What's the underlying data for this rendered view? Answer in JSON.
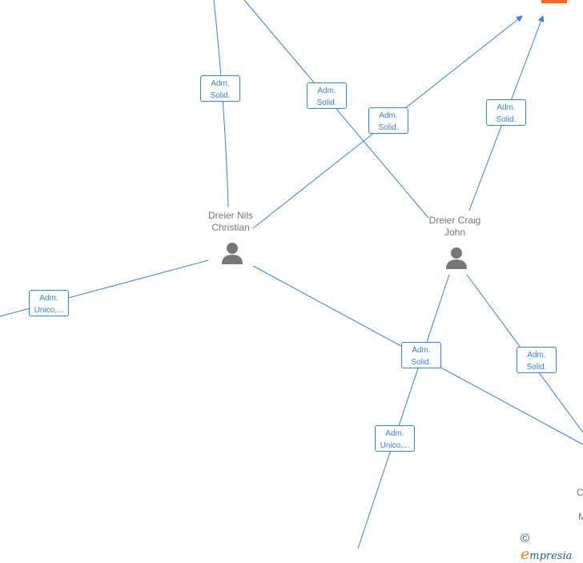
{
  "colors": {
    "edge": "#3b7fe0",
    "node_text": "#777777",
    "company_icon": "#f26a2a"
  },
  "nodes": [
    {
      "name": "Dreier Nils Christian",
      "line1": "Dreier Nils",
      "line2": "Christian",
      "icon": "person-icon"
    },
    {
      "name": "Dreier Craig John",
      "line1": "Dreier Craig",
      "line2": "John",
      "icon": "person-icon"
    }
  ],
  "edge_labels": [
    {
      "l1": "Adm.",
      "l2": "Solid."
    },
    {
      "l1": "Adm.",
      "l2": "Solid."
    },
    {
      "l1": "Adm.",
      "l2": "Solid."
    },
    {
      "l1": "Adm.",
      "l2": "Solid."
    },
    {
      "l1": "Adm.",
      "l2": "Unico,..."
    },
    {
      "l1": "Adm.",
      "l2": "Solid."
    },
    {
      "l1": "Adm.",
      "l2": "Unico,..."
    },
    {
      "l1": "Adm.",
      "l2": "Solid."
    }
  ],
  "cut_text": [
    "C",
    "M"
  ],
  "footer": {
    "copyright": "©",
    "brand_initial": "e",
    "brand_rest": "mpresia"
  }
}
